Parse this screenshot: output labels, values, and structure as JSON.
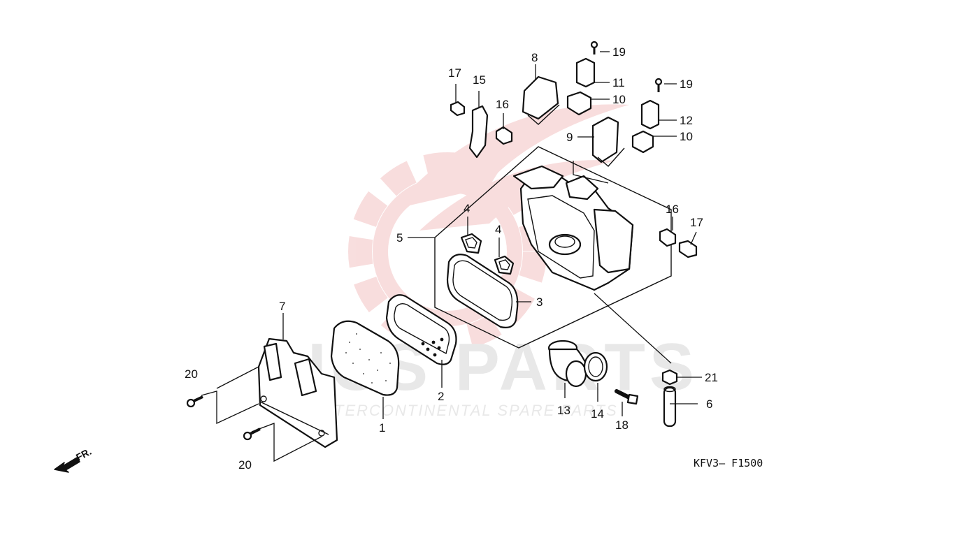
{
  "diagram": {
    "watermark": {
      "brand": "ICS PARTS",
      "tagline": "INTERCONTINENTAL SPARE PARTS",
      "color": "#e06a6a"
    },
    "direction_marker": "FR.",
    "reference_code": "KFV3— F1500",
    "callouts": {
      "c1": "1",
      "c2": "2",
      "c3": "3",
      "c4a": "4",
      "c4b": "4",
      "c5": "5",
      "c6": "6",
      "c7": "7",
      "c8": "8",
      "c9": "9",
      "c10a": "10",
      "c10b": "10",
      "c11": "11",
      "c12": "12",
      "c13": "13",
      "c14": "14",
      "c15": "15",
      "c16a": "16",
      "c16b": "16",
      "c17a": "17",
      "c17b": "17",
      "c18": "18",
      "c19a": "19",
      "c19b": "19",
      "c20a": "20",
      "c20b": "20",
      "c21": "21"
    }
  }
}
